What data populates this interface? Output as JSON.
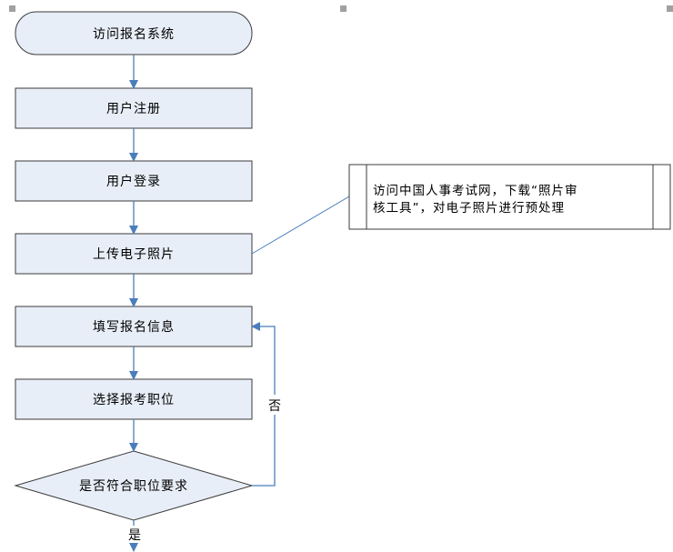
{
  "diagram": {
    "nodes": {
      "start": "访问报名系统",
      "register": "用户注册",
      "login": "用户登录",
      "upload_photo": "上传电子照片",
      "fill_info": "填写报名信息",
      "select_position": "选择报考职位",
      "decision": "是否符合职位要求"
    },
    "note": {
      "line1": "访问中国人事考试网，下载“照片审",
      "line2": "核工具”，对电子照片进行预处理"
    },
    "edge_labels": {
      "no": "否",
      "yes": "是"
    }
  },
  "colors": {
    "node_fill": "#e8eef7",
    "node_stroke": "#3b3b3b",
    "arrow": "#4a7ebb",
    "note_line": "#4a7ebb"
  }
}
